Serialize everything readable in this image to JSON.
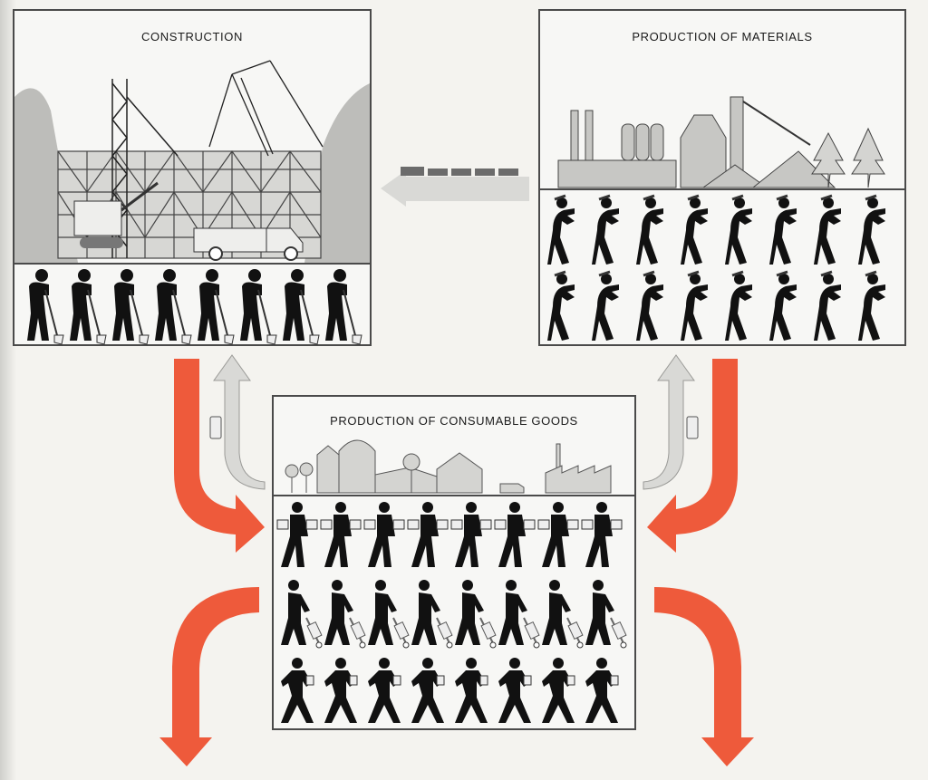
{
  "panels": {
    "construction": {
      "title": "CONSTRUCTION",
      "worker_count": 8,
      "worker_type": "digging-worker"
    },
    "materials": {
      "title": "PRODUCTION OF MATERIALS",
      "worker_count": 16,
      "worker_type": "hammering-worker"
    },
    "consumable": {
      "title": "PRODUCTION OF CONSUMABLE GOODS",
      "worker_rows": [
        {
          "count": 8,
          "worker_type": "carrying-worker"
        },
        {
          "count": 8,
          "worker_type": "hand-truck-worker"
        },
        {
          "count": 8,
          "worker_type": "walking-worker"
        }
      ]
    }
  },
  "colors": {
    "accent_arrow": "#ee5a3b",
    "pale_arrow": "#d9d9d6",
    "ink": "#111111",
    "panel_border": "#4a4a4a"
  },
  "icons": [
    "train-icon",
    "truck-icon",
    "crane-icon",
    "factory-icon",
    "tree-icon",
    "barn-icon"
  ]
}
